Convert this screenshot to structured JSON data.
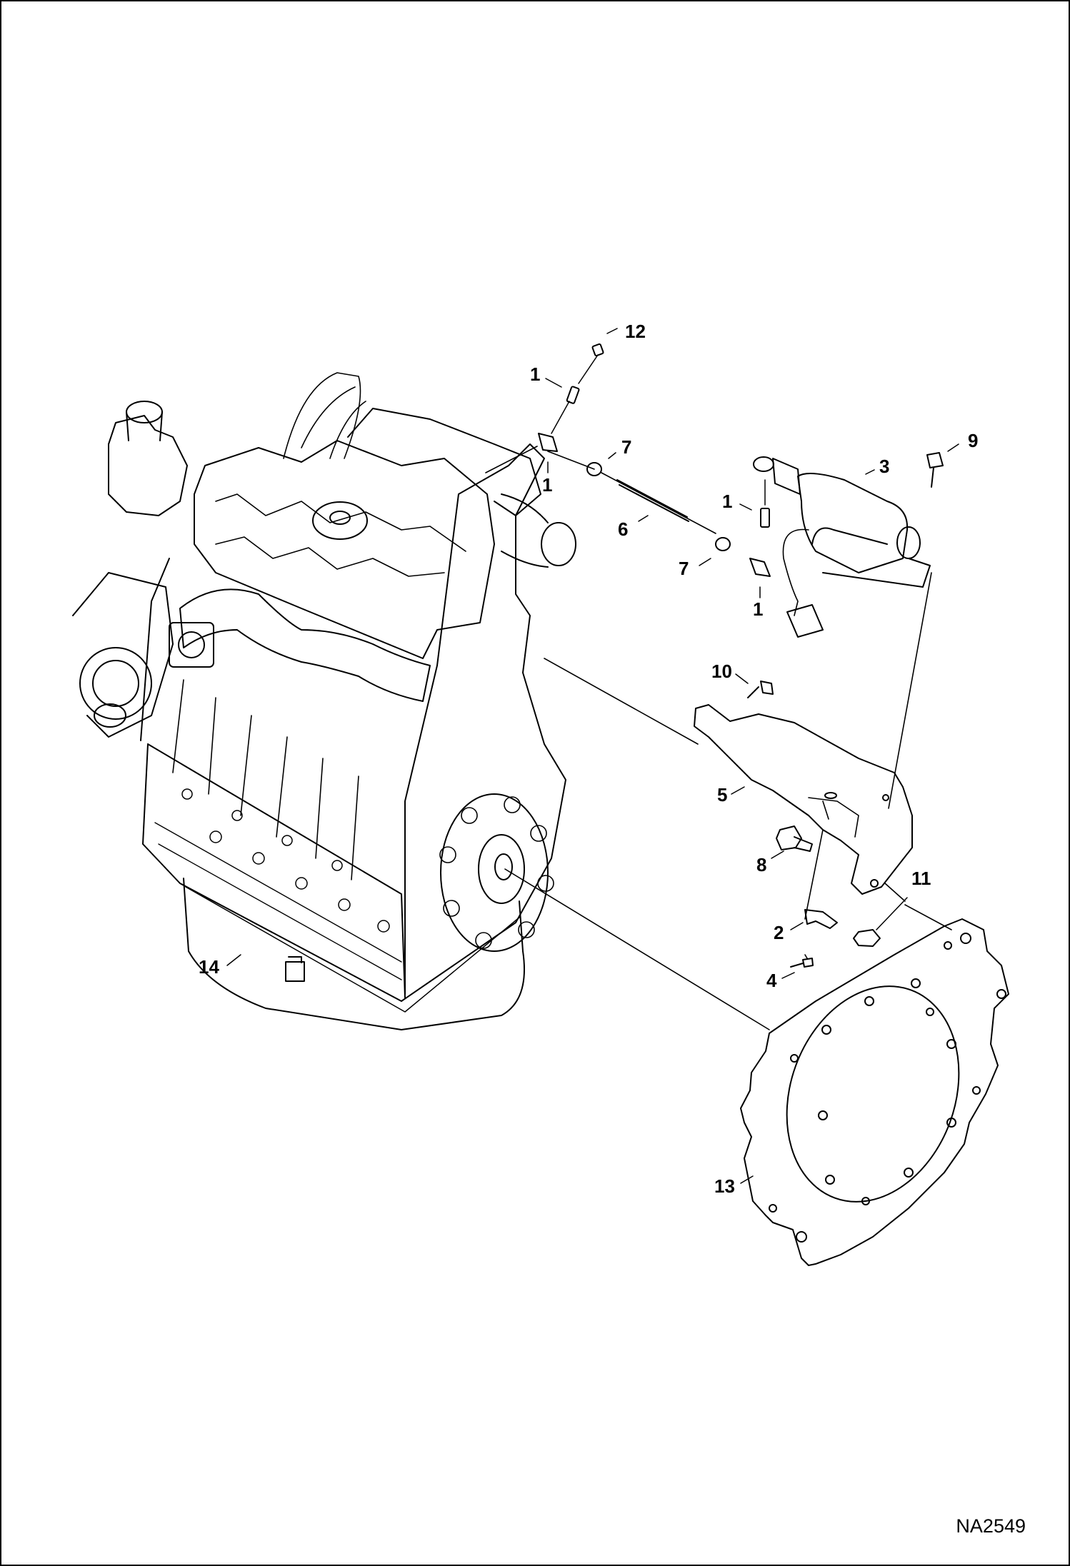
{
  "figure_code": "NA2549",
  "callouts": [
    {
      "id": "c12",
      "label": "12",
      "part": "part-12"
    },
    {
      "id": "c1a",
      "label": "1",
      "part": "part-1-upper"
    },
    {
      "id": "c1b",
      "label": "1",
      "part": "part-1-upper-fitting"
    },
    {
      "id": "c7a",
      "label": "7",
      "part": "part-7-upper"
    },
    {
      "id": "c6",
      "label": "6",
      "part": "part-6-rod"
    },
    {
      "id": "c7b",
      "label": "7",
      "part": "part-7-lower"
    },
    {
      "id": "c1c",
      "label": "1",
      "part": "part-1-right-upper"
    },
    {
      "id": "c1d",
      "label": "1",
      "part": "part-1-right-lower"
    },
    {
      "id": "c3",
      "label": "3",
      "part": "part-3-solenoid"
    },
    {
      "id": "c9",
      "label": "9",
      "part": "part-9-bolt"
    },
    {
      "id": "c10",
      "label": "10",
      "part": "part-10-bolt"
    },
    {
      "id": "c5",
      "label": "5",
      "part": "part-5-bracket"
    },
    {
      "id": "c8",
      "label": "8",
      "part": "part-8-bolt"
    },
    {
      "id": "c11",
      "label": "11",
      "part": "part-11-nut"
    },
    {
      "id": "c2",
      "label": "2",
      "part": "part-2-clip"
    },
    {
      "id": "c4",
      "label": "4",
      "part": "part-4-screw"
    },
    {
      "id": "c14",
      "label": "14",
      "part": "part-14-oil-pan"
    },
    {
      "id": "c13",
      "label": "13",
      "part": "part-13-plate"
    }
  ]
}
